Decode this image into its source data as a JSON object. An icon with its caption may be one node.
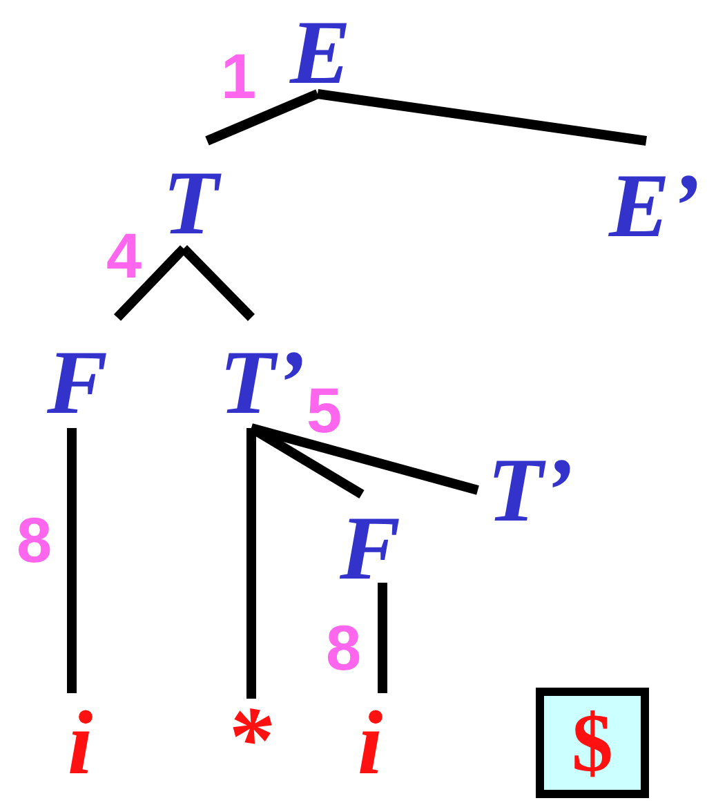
{
  "diagram": {
    "nodes": [
      {
        "text": [
          "E"
        ]
      },
      {
        "text": [
          "T"
        ]
      },
      {
        "text": [
          "E’"
        ]
      },
      {
        "text": [
          "F"
        ]
      },
      {
        "text": [
          "T’"
        ]
      },
      {
        "text": [
          "T’"
        ]
      },
      {
        "text": [
          "F"
        ]
      },
      {
        "text": [
          "i"
        ]
      },
      {
        "text": [
          "*"
        ]
      },
      {
        "text": [
          "i"
        ]
      },
      {
        "text": [
          "$"
        ]
      }
    ],
    "edges": [
      {
        "from": 0,
        "to": 1,
        "arrow": "none"
      },
      {
        "from": 0,
        "to": 2,
        "arrow": "none"
      },
      {
        "from": 1,
        "to": 3,
        "arrow": "none"
      },
      {
        "from": 1,
        "to": 4,
        "arrow": "none"
      },
      {
        "from": 3,
        "to": 7,
        "arrow": "none"
      },
      {
        "from": 4,
        "to": 8,
        "arrow": "none"
      },
      {
        "from": 4,
        "to": 6,
        "arrow": "none"
      },
      {
        "from": 4,
        "to": 5,
        "arrow": "none"
      },
      {
        "from": 6,
        "to": 9,
        "arrow": "none"
      }
    ],
    "labels": [
      "1",
      "4",
      "5",
      "8",
      "8"
    ]
  }
}
